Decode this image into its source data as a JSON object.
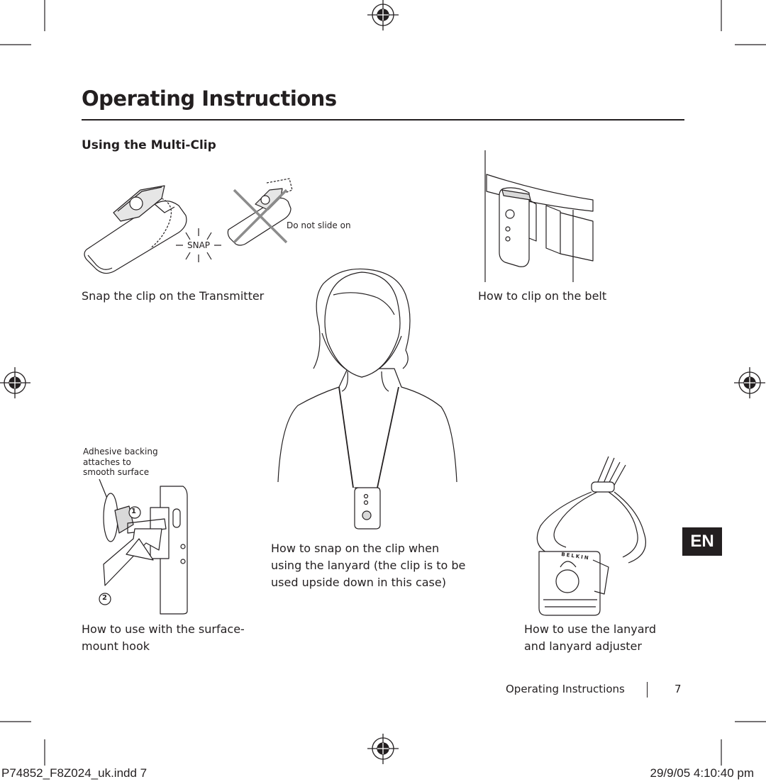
{
  "page": {
    "title": "Operating Instructions",
    "section_title": "Using the Multi-Clip"
  },
  "figures": {
    "snap": {
      "caption": "Snap the clip on the Transmitter",
      "snap_label": "SNAP",
      "warning": "Do not slide on"
    },
    "belt": {
      "caption": "How to clip on the belt"
    },
    "surface": {
      "caption_line1": "How to use with the surface-",
      "caption_line2": "mount hook",
      "note_line1": "Adhesive backing",
      "note_line2": "attaches to",
      "note_line3": "smooth surface",
      "step1": "1",
      "step2": "2"
    },
    "lanyard_person": {
      "caption_line1": "How to snap on the clip when",
      "caption_line2": "using the lanyard (the clip is to be",
      "caption_line3": "used upside down in this case)"
    },
    "lanyard_adjuster": {
      "caption_line1": "How to use the lanyard",
      "caption_line2": "and lanyard adjuster",
      "brand": "BELKIN"
    }
  },
  "language_tab": "EN",
  "footer": {
    "section": "Operating Instructions",
    "page_number": "7"
  },
  "slug": {
    "file": "P74852_F8Z024_uk.indd   7",
    "timestamp": "29/9/05   4:10:40 pm"
  }
}
